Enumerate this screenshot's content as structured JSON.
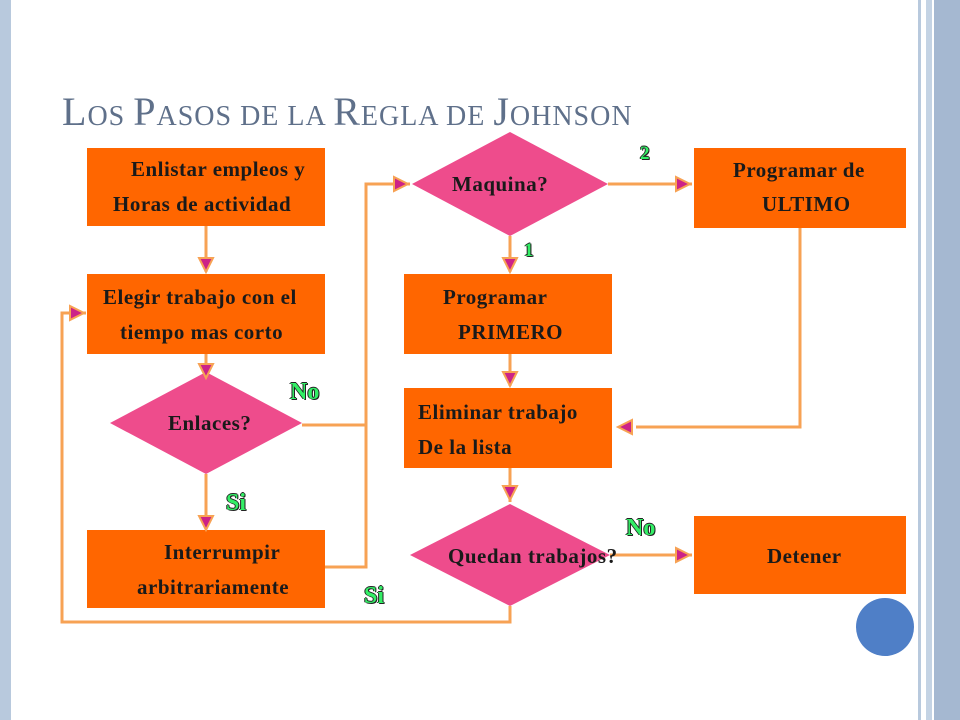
{
  "title": {
    "L": "L",
    "os": "OS ",
    "P": "P",
    "asos": "ASOS ",
    "dela": "DE LA ",
    "R": "R",
    "egla": "EGLA ",
    "de": "DE ",
    "J": "J",
    "ohnson": "OHNSON"
  },
  "nodes": {
    "enlistar": {
      "line1": "Enlistar empleos y",
      "line2": "Horas de actividad"
    },
    "elegir": {
      "line1": "Elegir trabajo con el",
      "line2": "tiempo mas corto"
    },
    "enlaces": {
      "label": "Enlaces?"
    },
    "interrumpir": {
      "line1": "Interrumpir",
      "line2": "arbitrariamente"
    },
    "maquina": {
      "label": "Maquina?"
    },
    "programar_primero": {
      "line1": "Programar",
      "line2": "PRIMERO"
    },
    "programar_ultimo": {
      "line1": "Programar de",
      "line2": "ULTIMO"
    },
    "eliminar": {
      "line1": "Eliminar trabajo",
      "line2": "De la lista"
    },
    "quedan": {
      "label": "Quedan trabajos?"
    },
    "detener": {
      "label": "Detener"
    }
  },
  "edge_labels": {
    "enlaces_no": "No",
    "enlaces_si": "Si",
    "maquina_2": "2",
    "maquina_1": "1",
    "quedan_no": "No",
    "quedan_si": "Si"
  },
  "colors": {
    "box": "#ff6600",
    "diamond": "#ee4c8c",
    "connector": "#f7a254",
    "arrowhead": "#cc2288",
    "title": "#5f708a",
    "label_green": "#33ee66"
  }
}
